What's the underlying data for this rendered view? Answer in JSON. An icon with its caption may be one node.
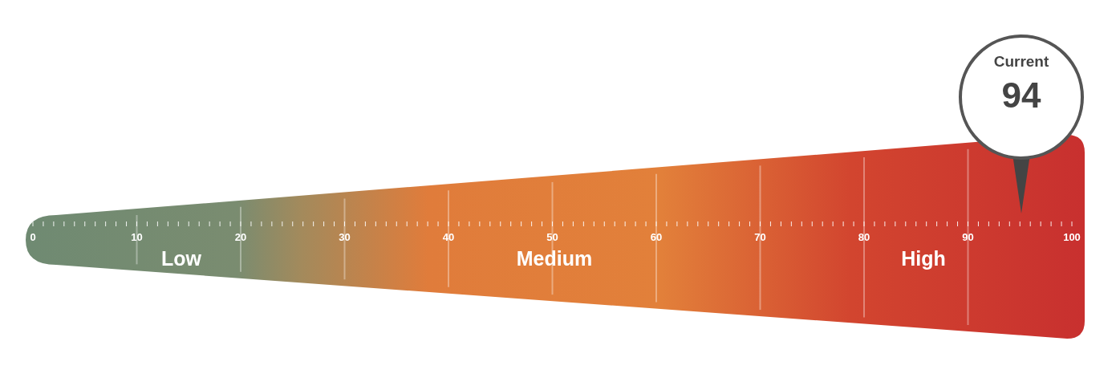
{
  "diagram": {
    "nodes": [
      {
        "text": [
          "Current",
          "94"
        ]
      }
    ],
    "labels": [
      "0",
      "10",
      "20",
      "30",
      "40",
      "50",
      "60",
      "70",
      "80",
      "90",
      "100",
      "Low",
      "Medium",
      "High"
    ]
  }
}
